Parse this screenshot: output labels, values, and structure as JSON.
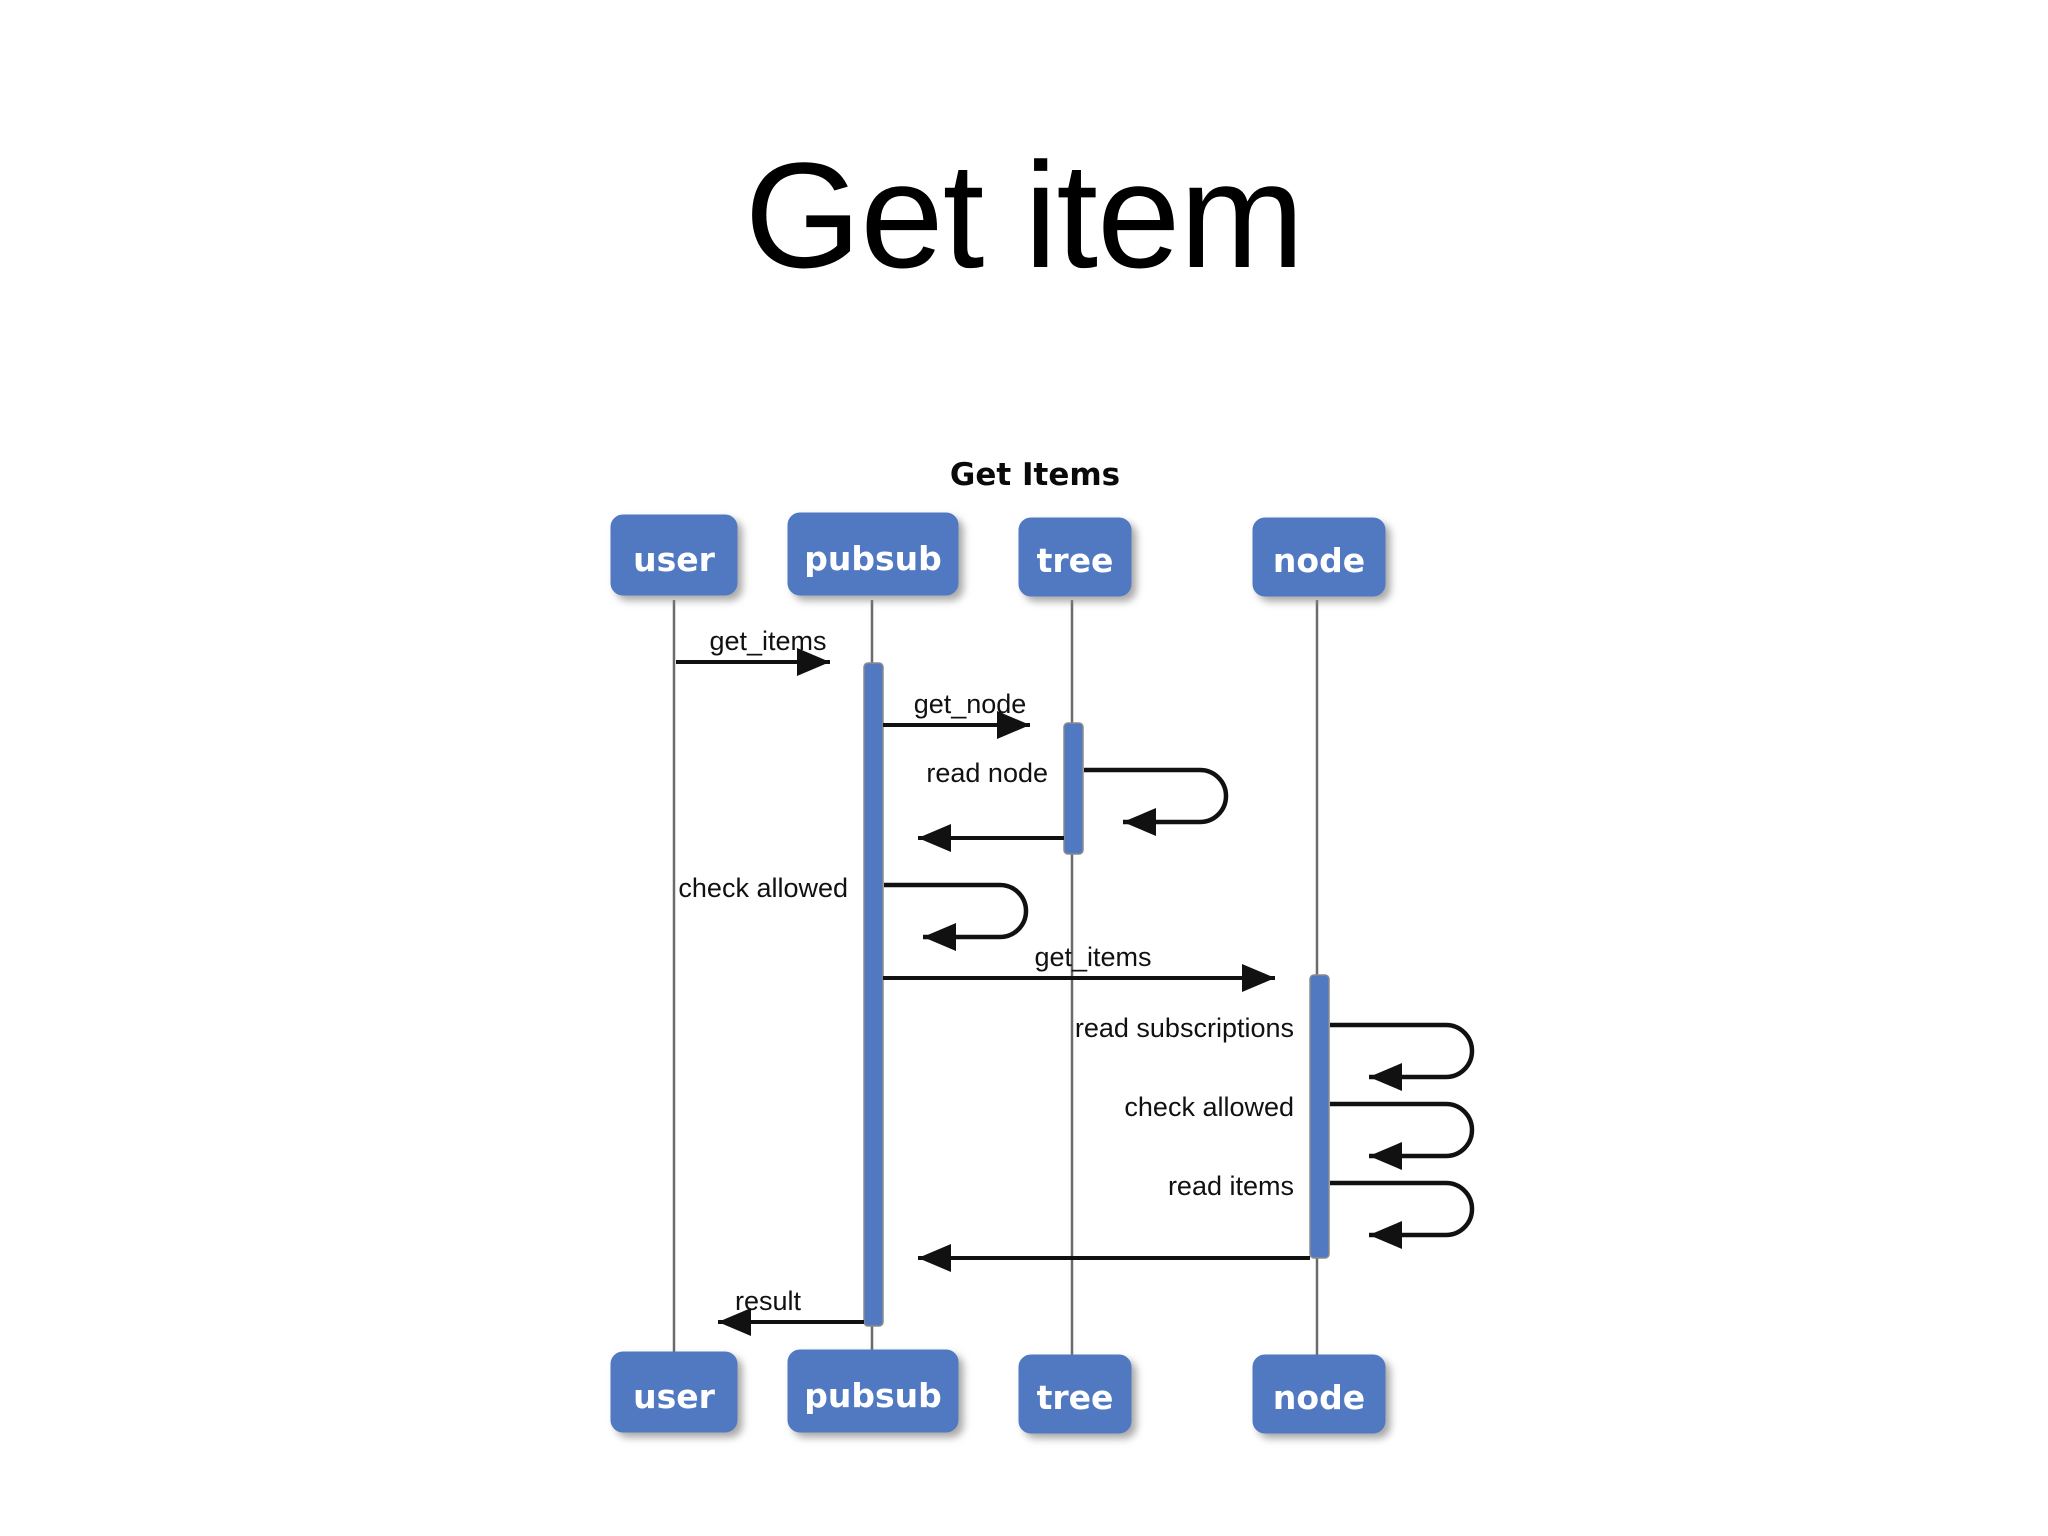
{
  "slide": {
    "title": "Get item",
    "background_color": "#ffffff"
  },
  "diagram": {
    "title": "Get Items",
    "type": "uml-sequence-diagram",
    "accent_color": "#5179c2",
    "line_color": "#111111",
    "lifeline_color": "#6b6b6b",
    "actors": [
      {
        "name": "user",
        "header_label": "user",
        "footer_label": "user"
      },
      {
        "name": "pubsub",
        "header_label": "pubsub",
        "footer_label": "pubsub"
      },
      {
        "name": "tree",
        "header_label": "tree",
        "footer_label": "tree"
      },
      {
        "name": "node",
        "header_label": "node",
        "footer_label": "node"
      }
    ],
    "messages": [
      {
        "label": "get_items",
        "from": "user",
        "to": "pubsub",
        "kind": "call"
      },
      {
        "label": "get_node",
        "from": "pubsub",
        "to": "tree",
        "kind": "call"
      },
      {
        "label": "read node",
        "from": "tree",
        "to": "tree",
        "kind": "self"
      },
      {
        "label": "",
        "from": "tree",
        "to": "pubsub",
        "kind": "return"
      },
      {
        "label": "check allowed",
        "from": "pubsub",
        "to": "pubsub",
        "kind": "self"
      },
      {
        "label": "get_items",
        "from": "pubsub",
        "to": "node",
        "kind": "call"
      },
      {
        "label": "read subscriptions",
        "from": "node",
        "to": "node",
        "kind": "self"
      },
      {
        "label": "check allowed",
        "from": "node",
        "to": "node",
        "kind": "self"
      },
      {
        "label": "read items",
        "from": "node",
        "to": "node",
        "kind": "self"
      },
      {
        "label": "",
        "from": "node",
        "to": "pubsub",
        "kind": "return"
      },
      {
        "label": "result",
        "from": "pubsub",
        "to": "user",
        "kind": "return"
      }
    ]
  }
}
